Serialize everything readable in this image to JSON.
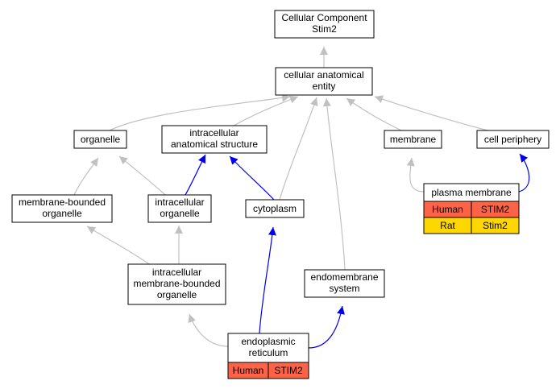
{
  "colors": {
    "is_a_edge": "#c0c0c0",
    "part_of_edge": "#0000ee",
    "human": "#ff6347",
    "rat": "#ffd700"
  },
  "nodes": {
    "root": {
      "lines": [
        "Cellular Component",
        "Stim2"
      ]
    },
    "cae": {
      "lines": [
        "cellular anatomical",
        "entity"
      ]
    },
    "organelle": {
      "lines": [
        "organelle"
      ]
    },
    "ias": {
      "lines": [
        "intracellular",
        "anatomical structure"
      ]
    },
    "membrane": {
      "lines": [
        "membrane"
      ]
    },
    "cellper": {
      "lines": [
        "cell periphery"
      ]
    },
    "mbo": {
      "lines": [
        "membrane-bounded",
        "organelle"
      ]
    },
    "io": {
      "lines": [
        "intracellular",
        "organelle"
      ]
    },
    "cyto": {
      "lines": [
        "cytoplasm"
      ]
    },
    "pm": {
      "lines": [
        "plasma membrane"
      ],
      "annotations": [
        {
          "species": "Human",
          "gene": "STIM2",
          "color": "#ff6347"
        },
        {
          "species": "Rat",
          "gene": "Stim2",
          "color": "#ffd700"
        }
      ]
    },
    "imbo": {
      "lines": [
        "intracellular",
        "membrane-bounded",
        "organelle"
      ]
    },
    "endo": {
      "lines": [
        "endomembrane",
        "system"
      ]
    },
    "er": {
      "lines": [
        "endoplasmic",
        "reticulum"
      ],
      "annotations": [
        {
          "species": "Human",
          "gene": "STIM2",
          "color": "#ff6347"
        }
      ]
    }
  },
  "edges": [
    {
      "from": "cae",
      "to": "root",
      "type": "is_a"
    },
    {
      "from": "organelle",
      "to": "cae",
      "type": "is_a"
    },
    {
      "from": "ias",
      "to": "cae",
      "type": "is_a"
    },
    {
      "from": "membrane",
      "to": "cae",
      "type": "is_a"
    },
    {
      "from": "cellper",
      "to": "cae",
      "type": "is_a"
    },
    {
      "from": "cyto",
      "to": "cae",
      "type": "is_a"
    },
    {
      "from": "endo",
      "to": "cae",
      "type": "is_a"
    },
    {
      "from": "mbo",
      "to": "organelle",
      "type": "is_a"
    },
    {
      "from": "io",
      "to": "organelle",
      "type": "is_a"
    },
    {
      "from": "io",
      "to": "ias",
      "type": "part_of"
    },
    {
      "from": "cyto",
      "to": "ias",
      "type": "part_of"
    },
    {
      "from": "pm",
      "to": "membrane",
      "type": "is_a"
    },
    {
      "from": "pm",
      "to": "cellper",
      "type": "part_of"
    },
    {
      "from": "imbo",
      "to": "mbo",
      "type": "is_a"
    },
    {
      "from": "imbo",
      "to": "io",
      "type": "is_a"
    },
    {
      "from": "er",
      "to": "imbo",
      "type": "is_a"
    },
    {
      "from": "er",
      "to": "cyto",
      "type": "part_of"
    },
    {
      "from": "er",
      "to": "endo",
      "type": "part_of"
    }
  ]
}
